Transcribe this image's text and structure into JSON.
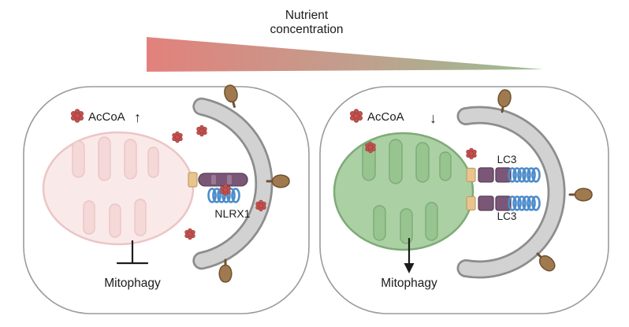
{
  "title": {
    "line1": "Nutrient",
    "line2": "concentration"
  },
  "left_cell": {
    "accoa": {
      "label": "AcCoA",
      "arrow": "↑"
    },
    "nlrx1_label": "NLRX1",
    "mitophagy_label": "Mitophagy"
  },
  "right_cell": {
    "accoa": {
      "label": "AcCoA",
      "arrow": "↓"
    },
    "lc3_top": "LC3",
    "lc3_bottom": "LC3",
    "mitophagy_label": "Mitophagy"
  },
  "icons": {
    "accoa_molecule": "accoa-molecule-icon",
    "vesicle": "vesicle-icon",
    "coil": "protein-coil-icon",
    "inhibition": "inhibition-bar-icon",
    "decrease": "down-arrow-icon"
  },
  "colors": {
    "gradient_start": "#e2817c",
    "gradient_mid": "#c39d8c",
    "gradient_end": "#98bf92",
    "cell_outline": "#9b9b9b",
    "membrane_fill": "#d2d2d2",
    "membrane_outline": "#8d8d8d",
    "mito_left_body": "#fae9e9",
    "mito_left_outline": "#ecc5c5",
    "mito_left_cristae": "#f5d8d8",
    "mito_right_body": "#abd0a4",
    "mito_right_outline": "#7dab76",
    "mito_right_cristae": "#97c48f",
    "accoa_red": "#c4514e",
    "protein_purple": "#7a5776",
    "coil_blue": "#4d8ccb",
    "linker_tan": "#e8c58e",
    "organelle_brown": "#a07a4e",
    "text": "#1c1c1c"
  }
}
